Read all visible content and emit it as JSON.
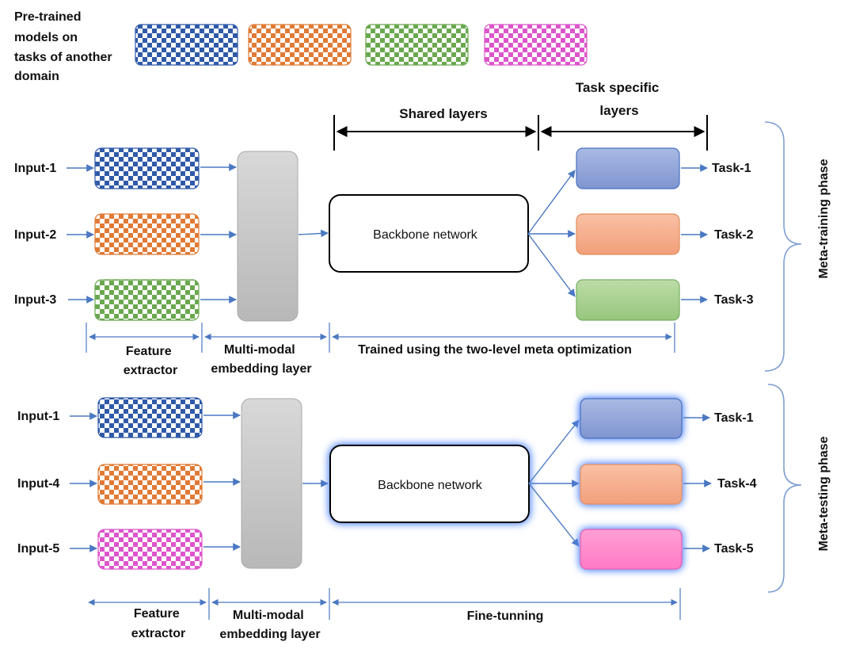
{
  "pretrained_label": [
    "Pre-trained",
    "models on",
    "tasks of another",
    "domain"
  ],
  "header": {
    "shared_layers": "Shared layers",
    "task_specific": [
      "Task specific",
      "layers"
    ]
  },
  "colors": {
    "blue": "#2f5aa8",
    "orange": "#e07a35",
    "green": "#6aa84f",
    "magenta": "#dd55cc",
    "arrow": "#4a78c2",
    "task_blue": "#8fa4d8",
    "task_orange": "#f4ad8c",
    "task_green": "#a6cf8e",
    "task_pink": "#ff88cc",
    "embed_gray": "#c4c4c4",
    "glow": "#5a8cff"
  },
  "training": {
    "inputs": [
      "Input-1",
      "Input-2",
      "Input-3"
    ],
    "backbone": "Backbone  network",
    "tasks": [
      "Task-1",
      "Task-2",
      "Task-3"
    ],
    "captions": {
      "feature_extractor": [
        "Feature",
        "extractor"
      ],
      "embedding": [
        "Multi-modal",
        "embedding layer"
      ],
      "trained": "Trained using the two-level meta optimization"
    },
    "phase": "Meta-training phase"
  },
  "testing": {
    "inputs": [
      "Input-1",
      "Input-4",
      "Input-5"
    ],
    "backbone": "Backbone network",
    "tasks": [
      "Task-1",
      "Task-4",
      "Task-5"
    ],
    "captions": {
      "feature_extractor": [
        "Feature",
        "extractor"
      ],
      "embedding": [
        "Multi-modal",
        "embedding layer"
      ],
      "finetune": "Fine-tunning"
    },
    "phase": "Meta-testing phase"
  }
}
